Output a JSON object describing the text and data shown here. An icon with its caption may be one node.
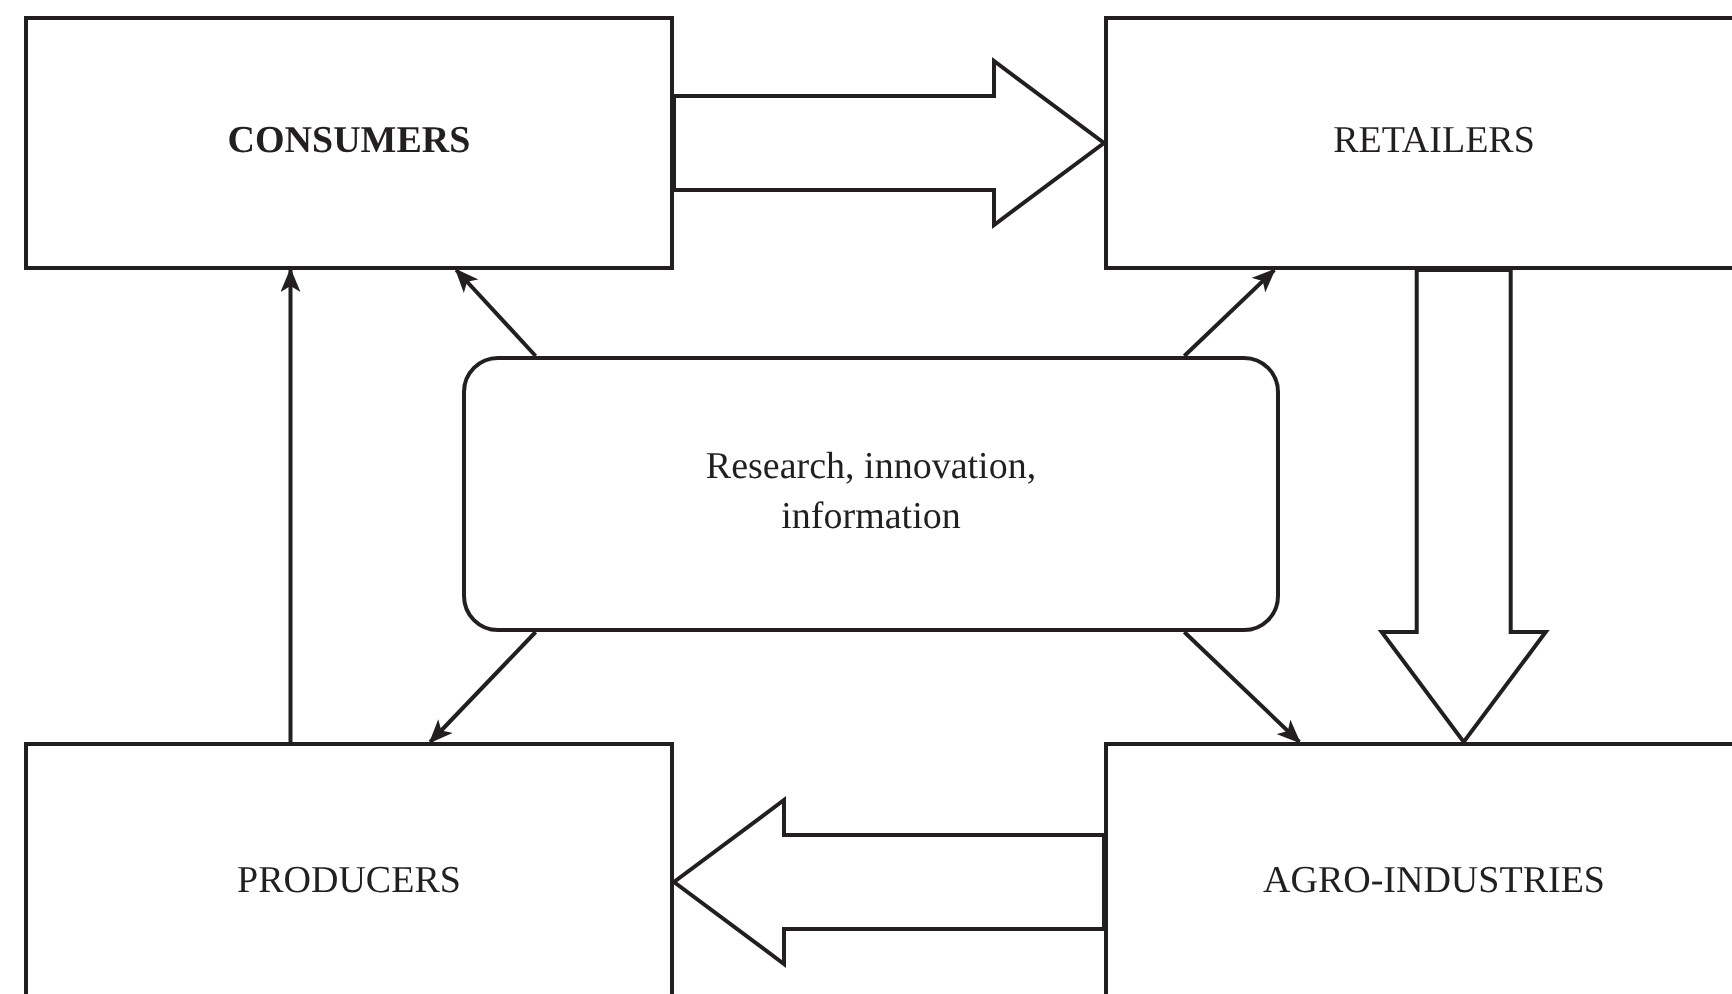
{
  "diagram": {
    "nodes": [
      {
        "text": [
          "CONSUMERS"
        ]
      },
      {
        "text": [
          "RETAILERS"
        ]
      },
      {
        "text": [
          "Research, innovation, information"
        ]
      },
      {
        "text": [
          "PRODUCERS"
        ]
      },
      {
        "text": [
          "AGRO-INDUSTRIES"
        ]
      }
    ],
    "edges": [
      {
        "from": 0,
        "to": 1,
        "arrow": "to",
        "style": "thick"
      },
      {
        "from": 1,
        "to": 4,
        "arrow": "to",
        "style": "thick"
      },
      {
        "from": 4,
        "to": 3,
        "arrow": "to",
        "style": "thick"
      },
      {
        "from": 3,
        "to": 0,
        "arrow": "to"
      },
      {
        "from": 2,
        "to": 0,
        "arrow": "to"
      },
      {
        "from": 2,
        "to": 1,
        "arrow": "to"
      },
      {
        "from": 2,
        "to": 3,
        "arrow": "to"
      },
      {
        "from": 2,
        "to": 4,
        "arrow": "to"
      }
    ]
  }
}
